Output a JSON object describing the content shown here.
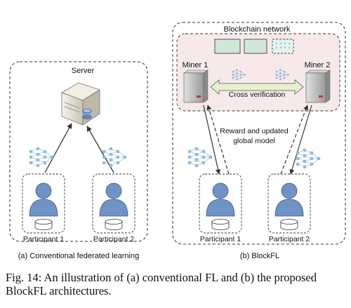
{
  "labels": {
    "server": "Server",
    "blockchain_network": "Blockchain network",
    "miner1": "Miner 1",
    "miner2": "Miner 2",
    "cross_verification": "Cross verification",
    "reward_line1": "Reward and updated",
    "reward_line2": "global model",
    "participant1": "Participant 1",
    "participant2": "Participant 2",
    "caption_a": "(a) Conventional federated learning",
    "caption_b": "(b) BlockFL"
  },
  "figure_caption": {
    "line1": "Fig. 14: An illustration of (a) conventional FL and (b) the proposed",
    "line2": "BlockFL architectures."
  },
  "colors": {
    "block_fill": "#cfe8d7",
    "blockchain_area": "#f7e9e9",
    "person": "#6f93c7",
    "nn_icon": "#7aaed8",
    "arrow_band": "#e3f2cf"
  }
}
